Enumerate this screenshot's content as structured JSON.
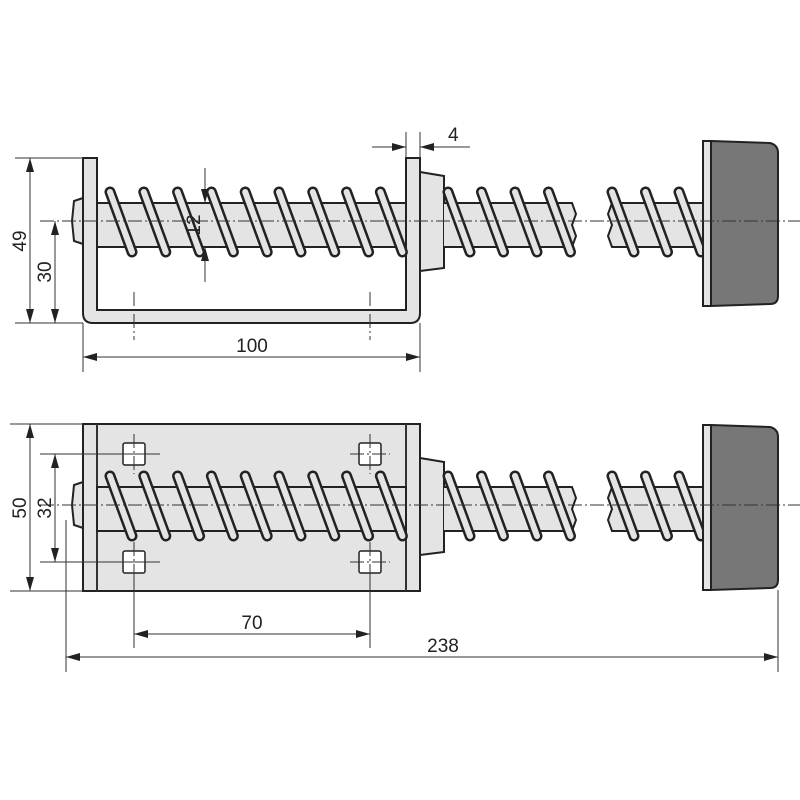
{
  "drawing": {
    "title": "Spring buffer with bracket - technical drawing",
    "top_view": {
      "dimensions": {
        "overall_height": "49",
        "axis_height": "30",
        "rod_diameter": "12",
        "plate_thickness": "4",
        "bracket_length": "100"
      }
    },
    "bottom_view": {
      "dimensions": {
        "plate_height": "50",
        "hole_spacing_vertical": "32",
        "hole_spacing_horizontal": "70",
        "overall_length": "238"
      }
    },
    "colors": {
      "part": "#e4e4e4",
      "cap": "#777777",
      "line": "#222222"
    }
  }
}
